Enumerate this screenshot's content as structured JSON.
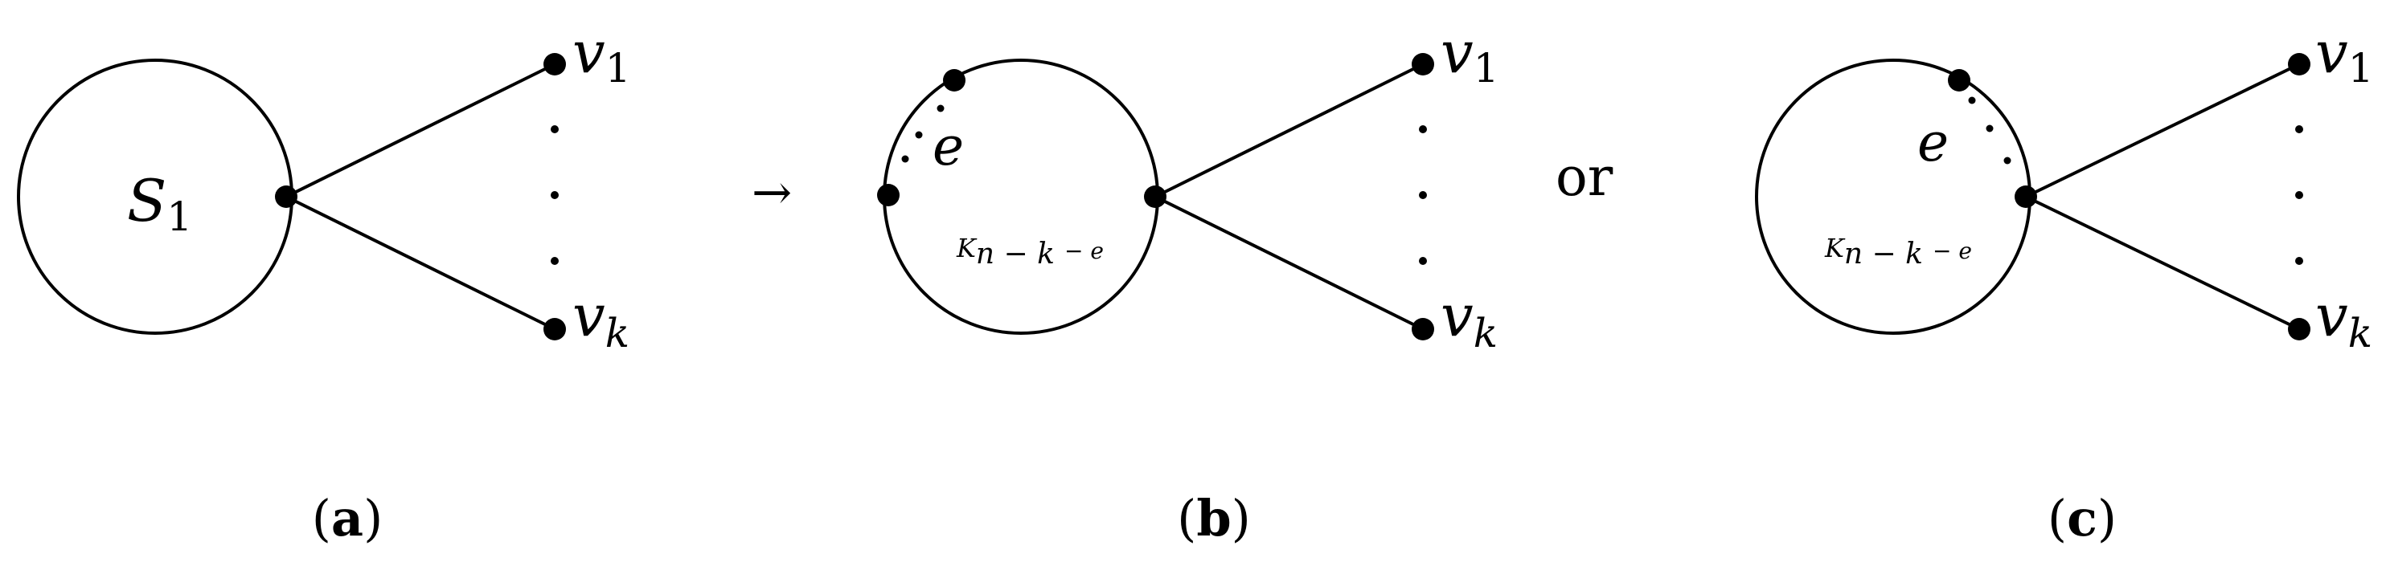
{
  "panel_a": {
    "circle_label_main": "S",
    "circle_label_sub": "1",
    "top_vertex_main": "v",
    "top_vertex_sub": "1",
    "bottom_vertex_main": "v",
    "bottom_vertex_sub": "k",
    "caption_open": "(",
    "caption_letter": "a",
    "caption_close": ")"
  },
  "arrow_symbol": "→",
  "panel_b": {
    "edge_label": "e",
    "circle_label_main": "K",
    "circle_label_sub": "n − k",
    "circle_label_suffix": "− e",
    "top_vertex_main": "v",
    "top_vertex_sub": "1",
    "bottom_vertex_main": "v",
    "bottom_vertex_sub": "k",
    "caption_open": "(",
    "caption_letter": "b",
    "caption_close": ")"
  },
  "or_text": "or",
  "panel_c": {
    "edge_label": "e",
    "circle_label_main": "K",
    "circle_label_sub": "n − k",
    "circle_label_suffix": "− e",
    "top_vertex_main": "v",
    "top_vertex_sub": "1",
    "bottom_vertex_main": "v",
    "bottom_vertex_sub": "k",
    "caption_open": "(",
    "caption_letter": "c",
    "caption_close": ")"
  }
}
